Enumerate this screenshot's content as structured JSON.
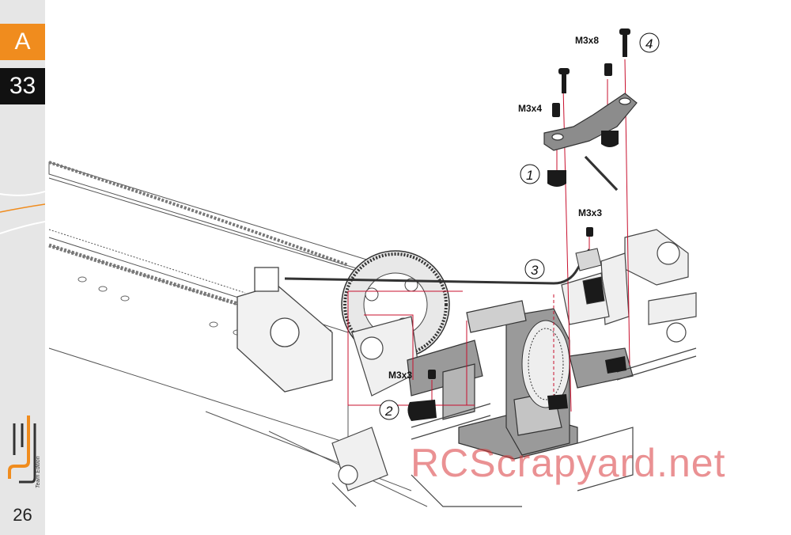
{
  "section_letter": "A",
  "step_number": "33",
  "page_number": "26",
  "brand": "Team Edition",
  "watermark": "RCScrapyard.net",
  "parts": [
    {
      "label": "M3x8"
    },
    {
      "label": "M3x4"
    },
    {
      "label": "M3x3"
    },
    {
      "label": "M3x3"
    }
  ],
  "steps": [
    "1",
    "2",
    "3",
    "4"
  ],
  "colors": {
    "accent": "#f08c1e",
    "guide_line": "#c8102e",
    "sidebar": "#e6e6e6"
  }
}
